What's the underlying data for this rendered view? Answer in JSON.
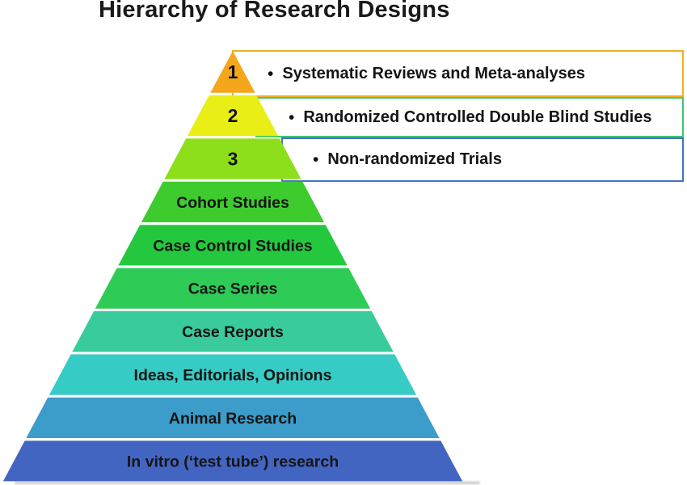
{
  "title": "Hierarchy of Research Designs",
  "pyramid": {
    "bands": [
      {
        "rank": "1",
        "color": "#F4A71B"
      },
      {
        "rank": "2",
        "color": "#E9EE16"
      },
      {
        "rank": "3",
        "color": "#8EDF1B"
      },
      {
        "label": "Cohort Studies",
        "color": "#3ECB2E"
      },
      {
        "label": "Case Control Studies",
        "color": "#24C83E"
      },
      {
        "label": "Case Series",
        "color": "#2FCB57"
      },
      {
        "label": "Case Reports",
        "color": "#39CB9C"
      },
      {
        "label": "Ideas, Editorials, Opinions",
        "color": "#37CBC5"
      },
      {
        "label": "Animal Research",
        "color": "#3C9CCA"
      },
      {
        "label": "In vitro (‘test tube’) research",
        "color": "#4365C2"
      }
    ]
  },
  "callouts": [
    {
      "bullet": "•",
      "text": "Systematic Reviews and Meta-analyses",
      "border_color": "#F0B025"
    },
    {
      "bullet": "•",
      "text": "Randomized Controlled Double Blind Studies",
      "border_color": "#3EC573"
    },
    {
      "bullet": "•",
      "text": "Non-randomized Trials",
      "border_color": "#4472C4"
    }
  ]
}
